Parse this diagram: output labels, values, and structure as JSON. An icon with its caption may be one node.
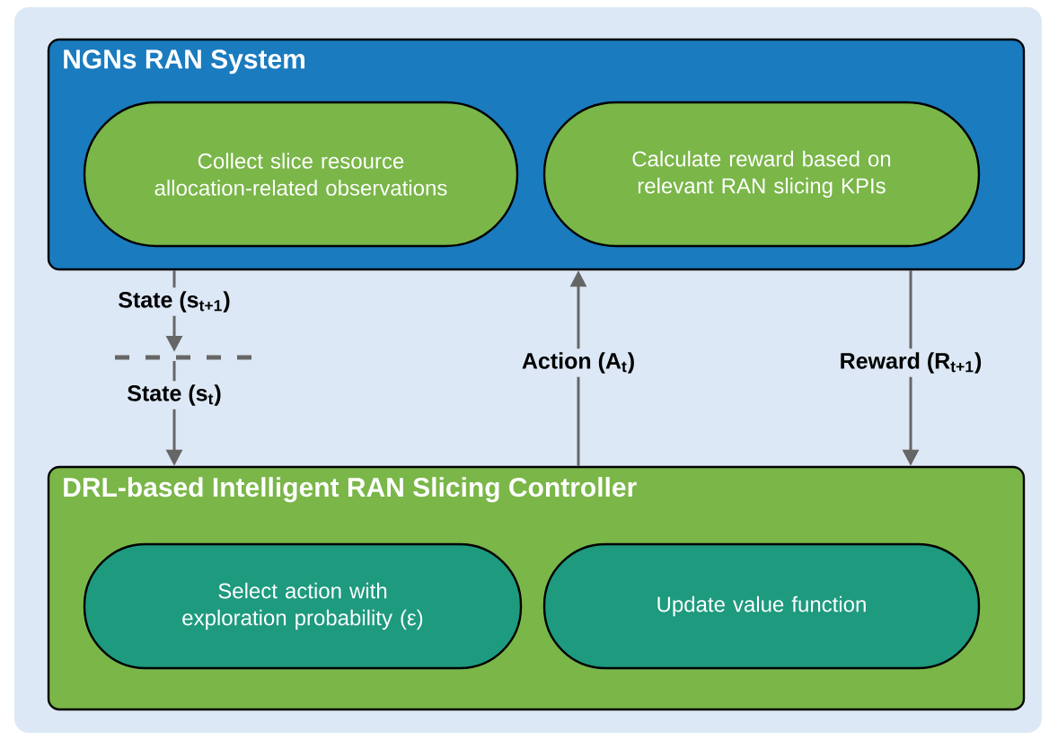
{
  "diagram": {
    "nodes": [
      {
        "text": [
          "NGNs RAN System"
        ]
      },
      {
        "text": [
          "Collect slice resource allocation-related observations"
        ],
        "in": 0
      },
      {
        "text": [
          "Calculate reward based on relevant RAN slicing KPIs"
        ],
        "in": 0
      },
      {
        "text": [
          "DRL-based Intelligent RAN Slicing Controller"
        ]
      },
      {
        "text": [
          "Select action with exploration probability (ε)"
        ],
        "in": 3
      },
      {
        "text": [
          "Update value function"
        ],
        "in": 3
      }
    ],
    "edges": [
      {
        "from": 0,
        "to": null,
        "arrow": "to",
        "label": "State (s$_{t+1}$)"
      },
      {
        "from": null,
        "to": 3,
        "arrow": "to",
        "label": "State (s$_{t}$)"
      },
      {
        "from": 3,
        "to": 0,
        "arrow": "to",
        "label": "Action (A$_{t}$)"
      },
      {
        "from": 0,
        "to": 3,
        "arrow": "to",
        "label": "Reward (R$_{t+1}$)"
      }
    ]
  }
}
